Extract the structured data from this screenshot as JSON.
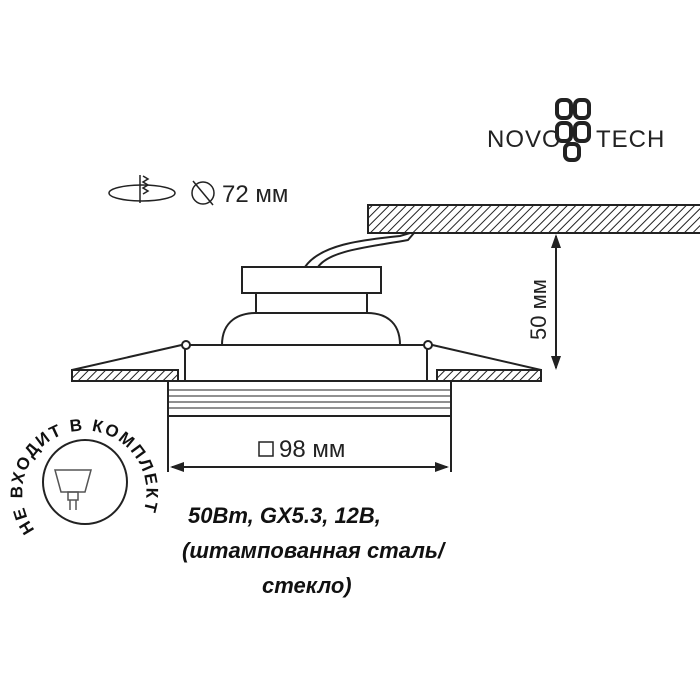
{
  "brand": {
    "logo_text": "NOVOTECH"
  },
  "cutout": {
    "icon": "cutout-diameter-icon",
    "label": "72 мм"
  },
  "height_dim": {
    "label": "50 мм"
  },
  "width_dim": {
    "label": "98 мм"
  },
  "lamp_badge": {
    "text": "НЕ ВХОДИТ В КОМПЛЕКТ",
    "icon": "mr16-bulb-icon"
  },
  "specs": {
    "line1": "50Вт, GX5.3, 12В,",
    "line2": "(штампованная сталь/",
    "line3": "стекло)"
  }
}
